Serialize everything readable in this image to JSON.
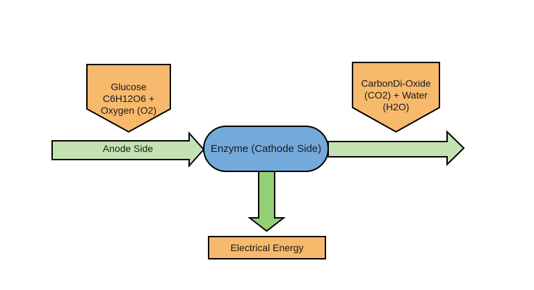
{
  "diagram": {
    "glucose_banner": {
      "line1": "Glucose",
      "line2": "C6H12O6 +",
      "line3": "Oxygen (O2)"
    },
    "co2_banner": {
      "line1": "CarbonDi-Oxide",
      "line2": "(CO2) + Water",
      "line3": "(H2O)"
    },
    "anode_arrow_label": "Anode Side",
    "enzyme_label": "Enzyme (Cathode Side)",
    "energy_box_label": "Electrical Energy"
  },
  "colors": {
    "banner_fill": "#F7B96C",
    "enzyme_fill": "#74AADB",
    "h_arrow_fill": "#C5E2B2",
    "v_arrow_fill": "#93D073",
    "stroke": "#000000",
    "text": "#1A1A1A",
    "background": "#FFFFFF"
  }
}
